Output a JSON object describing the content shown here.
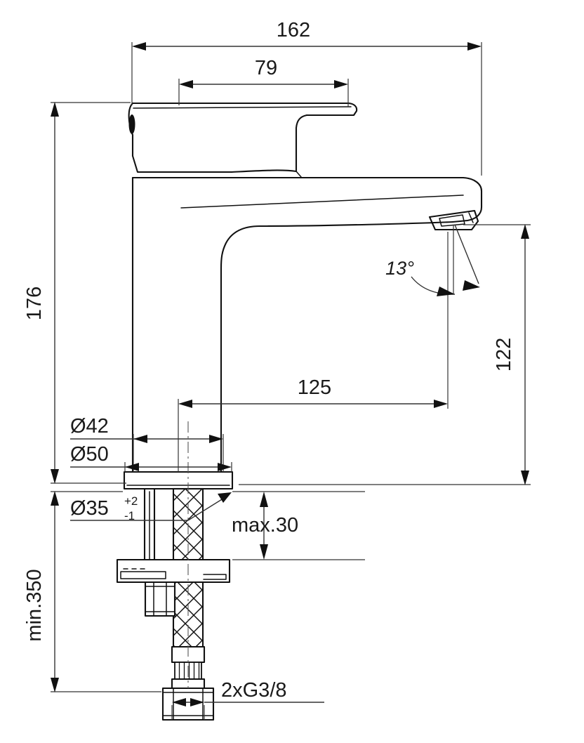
{
  "drawing": {
    "title": "Basin mixer tap dimensioned technical drawing",
    "units_note": "",
    "line_color": "#111111",
    "dim_color": "#333333",
    "background": "#ffffff"
  },
  "dimensions": {
    "overall_length": "162",
    "lever_length": "79",
    "overall_height": "176",
    "spout_height": "122",
    "spout_reach": "125",
    "base_diameter_upper": "Ø42",
    "base_diameter_lower": "Ø50",
    "hole_diameter": "Ø35",
    "hole_tol_upper": "+2",
    "hole_tol_lower": "-1",
    "max_thickness": "max.30",
    "min_hose_length": "min.350",
    "thread_spec": "2xG3/8",
    "aerator_angle": "13°"
  },
  "labels": [
    {
      "id": "dim-162",
      "text": "162"
    },
    {
      "id": "dim-79",
      "text": "79"
    },
    {
      "id": "dim-176",
      "text": "176"
    },
    {
      "id": "dim-122",
      "text": "122"
    },
    {
      "id": "dim-125",
      "text": "125"
    },
    {
      "id": "dim-d42",
      "text": "Ø42"
    },
    {
      "id": "dim-d50",
      "text": "Ø50"
    },
    {
      "id": "dim-d35",
      "text": "Ø35"
    },
    {
      "id": "dim-max30",
      "text": "max.30"
    },
    {
      "id": "dim-min350",
      "text": "min.350"
    },
    {
      "id": "dim-thread",
      "text": "2xG3/8"
    },
    {
      "id": "dim-angle",
      "text": "13°"
    }
  ]
}
